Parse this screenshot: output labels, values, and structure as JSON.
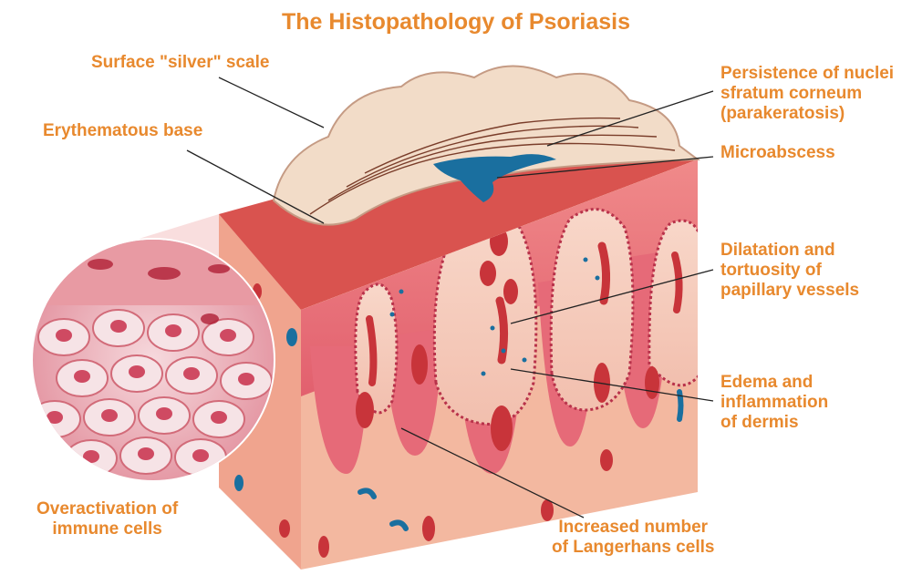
{
  "title": "The Histopathology of Psoriasis",
  "labels": {
    "surface_scale": [
      "Surface \"silver\" scale"
    ],
    "erythematous_base": [
      "Erythematous base"
    ],
    "parakeratosis": [
      "Persistence of nuclei",
      "sfratum corneum",
      "(parakeratosis)"
    ],
    "microabscess": [
      "Microabscess"
    ],
    "dilatation": [
      "Dilatation and",
      "tortuosity of",
      "papillary vessels"
    ],
    "edema": [
      "Edema and",
      "inflammation",
      "of dermis"
    ],
    "overactivation": [
      "Overactivation of",
      "immune cells"
    ],
    "langerhans": [
      "Increased number",
      "of Langerhans cells"
    ]
  },
  "colors": {
    "label": "#e8892e",
    "leader_line": "#222222",
    "dermis": "#f3b8a0",
    "epidermis": "#e7707a",
    "papilla": "#f6cfc1",
    "vessel": "#c8343a",
    "immune_cell": "#1a6f9f",
    "scale": "#f2dcc8"
  },
  "icons": [
    "skin-block",
    "magnified-cells-lens",
    "blood-vessel",
    "immune-cell"
  ]
}
